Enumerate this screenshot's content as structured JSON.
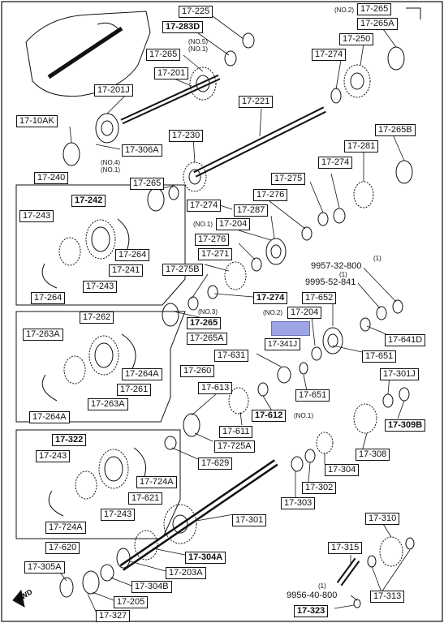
{
  "labels": [
    {
      "id": "17-225",
      "text": "17-225"
    },
    {
      "id": "17-283D",
      "text": "17-283D"
    },
    {
      "id": "17-265-top",
      "text": "17-265"
    },
    {
      "id": "17-201",
      "text": "17-201"
    },
    {
      "id": "17-201J",
      "text": "17-201J"
    },
    {
      "id": "17-10AK",
      "text": "17-10AK"
    },
    {
      "id": "17-306A",
      "text": "17-306A"
    },
    {
      "id": "17-265-r1",
      "text": "17-265"
    },
    {
      "id": "17-265A-r1",
      "text": "17-265A"
    },
    {
      "id": "17-250",
      "text": "17-250"
    },
    {
      "id": "17-274-a",
      "text": "17-274"
    },
    {
      "id": "17-221",
      "text": "17-221"
    },
    {
      "id": "17-230",
      "text": "17-230"
    },
    {
      "id": "17-265B",
      "text": "17-265B"
    },
    {
      "id": "17-281",
      "text": "17-281"
    },
    {
      "id": "17-274-b",
      "text": "17-274"
    },
    {
      "id": "17-275",
      "text": "17-275"
    },
    {
      "id": "17-240",
      "text": "17-240"
    },
    {
      "id": "17-265-l",
      "text": "17-265"
    },
    {
      "id": "17-276-a",
      "text": "17-276"
    },
    {
      "id": "17-287",
      "text": "17-287"
    },
    {
      "id": "17-274-c",
      "text": "17-274"
    },
    {
      "id": "17-242",
      "text": "17-242"
    },
    {
      "id": "17-243-a",
      "text": "17-243"
    },
    {
      "id": "17-204-a",
      "text": "17-204"
    },
    {
      "id": "17-276-b",
      "text": "17-276"
    },
    {
      "id": "17-264-a",
      "text": "17-264"
    },
    {
      "id": "17-241",
      "text": "17-241"
    },
    {
      "id": "17-243-b",
      "text": "17-243"
    },
    {
      "id": "17-264-b",
      "text": "17-264"
    },
    {
      "id": "17-271",
      "text": "17-271"
    },
    {
      "id": "17-275B",
      "text": "17-275B"
    },
    {
      "id": "9957-32-800",
      "text": "9957-32-800"
    },
    {
      "id": "9995-52-841",
      "text": "9995-52-841"
    },
    {
      "id": "17-652",
      "text": "17-652"
    },
    {
      "id": "17-274-d",
      "text": "17-274"
    },
    {
      "id": "17-262",
      "text": "17-262"
    },
    {
      "id": "17-265-m",
      "text": "17-265"
    },
    {
      "id": "17-265A-m",
      "text": "17-265A"
    },
    {
      "id": "17-204-b",
      "text": "17-204"
    },
    {
      "id": "17-341J",
      "text": "17-341J"
    },
    {
      "id": "17-641D",
      "text": "17-641D"
    },
    {
      "id": "17-263A-a",
      "text": "17-263A"
    },
    {
      "id": "17-631",
      "text": "17-631"
    },
    {
      "id": "17-651-a",
      "text": "17-651"
    },
    {
      "id": "17-260",
      "text": "17-260"
    },
    {
      "id": "17-264A-a",
      "text": "17-264A"
    },
    {
      "id": "17-261",
      "text": "17-261"
    },
    {
      "id": "17-301J",
      "text": "17-301J"
    },
    {
      "id": "17-613",
      "text": "17-613"
    },
    {
      "id": "17-651-b",
      "text": "17-651"
    },
    {
      "id": "17-263A-b",
      "text": "17-263A"
    },
    {
      "id": "17-612",
      "text": "17-612"
    },
    {
      "id": "17-264A-b",
      "text": "17-264A"
    },
    {
      "id": "17-309B",
      "text": "17-309B"
    },
    {
      "id": "17-611",
      "text": "17-611"
    },
    {
      "id": "17-322",
      "text": "17-322"
    },
    {
      "id": "17-725A",
      "text": "17-725A"
    },
    {
      "id": "17-308",
      "text": "17-308"
    },
    {
      "id": "17-243-c",
      "text": "17-243"
    },
    {
      "id": "17-629",
      "text": "17-629"
    },
    {
      "id": "17-304",
      "text": "17-304"
    },
    {
      "id": "17-724A-a",
      "text": "17-724A"
    },
    {
      "id": "17-621",
      "text": "17-621"
    },
    {
      "id": "17-302",
      "text": "17-302"
    },
    {
      "id": "17-303",
      "text": "17-303"
    },
    {
      "id": "17-243-d",
      "text": "17-243"
    },
    {
      "id": "17-724A-b",
      "text": "17-724A"
    },
    {
      "id": "17-301",
      "text": "17-301"
    },
    {
      "id": "17-310",
      "text": "17-310"
    },
    {
      "id": "17-620",
      "text": "17-620"
    },
    {
      "id": "17-315",
      "text": "17-315"
    },
    {
      "id": "17-304A",
      "text": "17-304A"
    },
    {
      "id": "17-305A",
      "text": "17-305A"
    },
    {
      "id": "17-203A",
      "text": "17-203A"
    },
    {
      "id": "17-304B",
      "text": "17-304B"
    },
    {
      "id": "17-313",
      "text": "17-313"
    },
    {
      "id": "9956-40-800",
      "text": "9956-40-800"
    },
    {
      "id": "17-205",
      "text": "17-205"
    },
    {
      "id": "17-323",
      "text": "17-323"
    },
    {
      "id": "17-327",
      "text": "17-327"
    }
  ],
  "notes": [
    {
      "id": "n-no2-top",
      "text": "(NO.2)"
    },
    {
      "id": "n-no5",
      "text": "(NO.5)"
    },
    {
      "id": "n-no1-a",
      "text": "(NO.1)"
    },
    {
      "id": "n-no4",
      "text": "(NO.4)"
    },
    {
      "id": "n-no1-b",
      "text": "(NO.1)"
    },
    {
      "id": "n-no1-c",
      "text": "(NO.1)"
    },
    {
      "id": "n-1-a",
      "text": "(1)"
    },
    {
      "id": "n-1-b",
      "text": "(1)"
    },
    {
      "id": "n-no3",
      "text": "(NO.3)"
    },
    {
      "id": "n-no2-m",
      "text": "(NO.2)"
    },
    {
      "id": "n-no1-d",
      "text": "(NO.1)"
    },
    {
      "id": "n-1-c",
      "text": "(1)"
    }
  ],
  "fwd_label": "FWD",
  "colors": {
    "ink": "#111111",
    "highlight": "#8e96e0"
  }
}
